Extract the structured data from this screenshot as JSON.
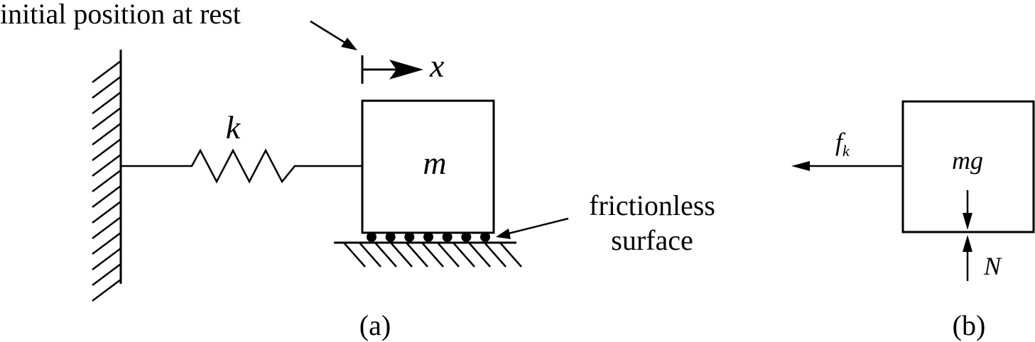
{
  "labels": {
    "initial_position": "initial position at rest",
    "displacement": "x",
    "spring_constant": "k",
    "mass": "m",
    "surface_line1": "frictionless",
    "surface_line2": "surface",
    "panel_a": "(a)",
    "panel_b": "(b)",
    "friction_force_main": "f",
    "friction_force_sub": "k",
    "weight": "mg",
    "normal_force": "N"
  },
  "rollers": {
    "count": 7
  }
}
